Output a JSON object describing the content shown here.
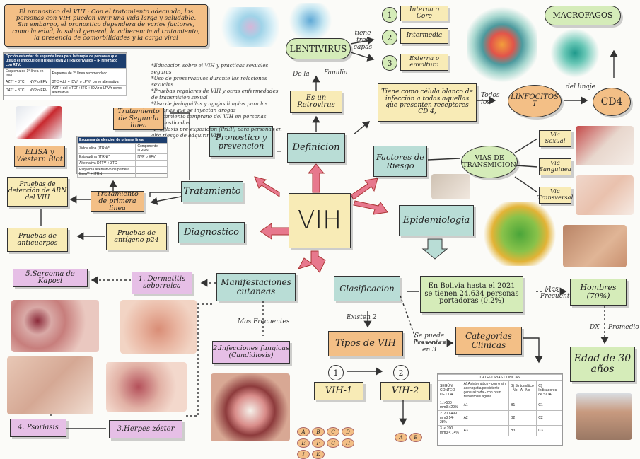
{
  "intro_text": "El pronostico del VIH : Con el tratamiento adecuado, las personas con VIH pueden vivir una vida larga y saludable. Sin embargo, el pronostico dependera de varios factores, como la edad, la salud general, la adherencia al tratamiento, la presencia de comorbilidades y la carga viral",
  "center": "VIH",
  "definicion": "Definicion",
  "es_un_retrovirus": "Es un Retrovirus",
  "de_la": "De la",
  "familia": "Familia",
  "lentivirus": "LENTIVIRUS",
  "tiene_tres_capas": "tiene tres capas",
  "capas": [
    {
      "num": "1",
      "label": "Interna o Core"
    },
    {
      "num": "2",
      "label": "Intermedia"
    },
    {
      "num": "3",
      "label": "Externa o envoltura"
    }
  ],
  "macrofagos": "MACROFAGOS",
  "celula_blanco": "Tiene como célula blanco de infección a todas aquellas que presenten receptores CD 4,",
  "todos_los": "Todos los",
  "linfocitos": "LINFOCITOS T",
  "del_linaje": "del linaje",
  "cd4": "CD4",
  "pronostico": "Pronostico y prevencion",
  "prevention_list": [
    "*Educacion sobre el VIH y practicas sexuales seguras",
    "*Uso de preservativos durante las relaciones sexuales",
    "*Pruebas regulares de VIH y otras enfermedades de transmisión sexual",
    "*Uso de jeringuillas y agujas limpias para las personas que se inyectan drogas",
    "*Tratamiento temprano del VIH en personas diagnosticadas",
    "*Profilaxis pre-exposicion (PrEP) para personas en alto riesgo de adquirir VIH"
  ],
  "tratamiento": "Tratamiento",
  "tratamiento_segunda": "Tratamiento de Segunda linea",
  "tratamiento_primera": "Tratamiento de primera linea",
  "elisa": "ELISA y Western Blot",
  "pruebas_arn": "Pruebas de detección de ARN del VIH",
  "pruebas_anticuerpos": "Pruebas de anticuerpos",
  "pruebas_antigeno": "Pruebas de antígeno p24",
  "diagnostico": "Diagnostico",
  "factores": "Factores de Riesgo",
  "vias": "VIAS DE TRANSMICION",
  "via_list": [
    "Via Sexual",
    "Via Sanguinea",
    "Via Transversal"
  ],
  "epidemiologia": "Epidemiologia",
  "bolivia": "En Bolivia hasta el 2021 se tienen 24.634 personas portadoras (0.2%)",
  "mas_frecuente": "Mas Frecuente",
  "hombres": "Hombres (70%)",
  "dx": "DX",
  "promedio": "Promedio",
  "edad": "Edad de 30 años",
  "manifestaciones": "Manifestaciones cutaneas",
  "mas_frecuentes": "Mas Frecuentes",
  "sarcoma": "5.Sarcoma de Kaposi",
  "dermatitis": "1. Dermatitis seborreica",
  "infecciones": "2.Infecciones fungicas (Candidiosis)",
  "psoriasis": "4. Psoriasis",
  "herpes": "3.Herpes zóster",
  "clasificacion": "Clasificacion",
  "existen_2": "Existen 2",
  "tipos": "Tipos de VIH",
  "vih1_num": "1",
  "vih2_num": "2",
  "vih1": "VIH-1",
  "vih2": "VIH-2",
  "se_puede_presentar": "Se puede Presentar en 3",
  "categorias": "Categorias Clinicas",
  "letters": [
    "A",
    "B",
    "C",
    "D",
    "E",
    "F",
    "G",
    "H",
    "I",
    "K"
  ],
  "ab_letters": [
    "A",
    "B"
  ],
  "cat_table": {
    "title": "CATEGORIAS CLINICAS",
    "header": [
      "SEGÚN CONTEO DE CD4",
      "A) Asintomático - con o sin adenopatía persistente generalizada - con o sin retrovirosis aguda",
      "B) Sintomático - No - A - No - C",
      "C) Indicadores de SIDA"
    ],
    "rows": [
      [
        "1. >500 mm3 >29%",
        "A1",
        "B1",
        "C1"
      ],
      [
        "2. 200-499 mm3 14-28%",
        "A2",
        "B2",
        "C2"
      ],
      [
        "3. < 200 mm3 < 14%",
        "A3",
        "B3",
        "C3"
      ]
    ]
  },
  "tbl2": {
    "title": "Opción estándar de segunda línea para la terapia de personas que utilizó el enfoque de ITRNN/ITRNN 2 ITRN derivados + IP reforzado con RTV.",
    "cols": [
      "Esquema de 1° línea en fallo",
      "Esquema de 2° línea recomendado"
    ],
    "rows": [
      [
        "AZT* + 3TC",
        "NVP o EFV",
        "3TC +ddI + IDV/r o LPV/r como alternativa"
      ],
      [
        "D4T* + 3TC",
        "NVP o EFV",
        "AZT + ddI o TDF+3TC + IDV/r o LPV/r como alternativa"
      ]
    ]
  },
  "tbl1": {
    "title": "Esquema de elección de primera línea",
    "rows": [
      [
        "Zidovudina (ITRN)*",
        "Componente ITRNN"
      ],
      [
        "Estavudina (ITRN)*",
        "NVP o EFV"
      ],
      [
        "Alternativa D4T** + 3TC",
        ""
      ],
      [
        "Esquema alternativo de primera línea** + ITRN",
        ""
      ]
    ]
  },
  "colors": {
    "teal": "#b9ddd6",
    "yellow": "#f8ebb6",
    "pink": "#e6bfe6",
    "green": "#d5ecb9",
    "orange": "#f3bf86",
    "arrow_pink": "#e7788d"
  }
}
